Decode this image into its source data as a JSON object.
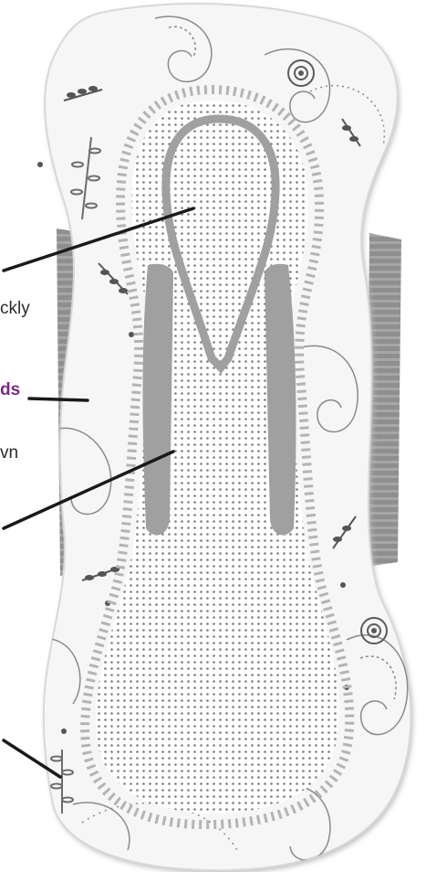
{
  "labels": {
    "absorbent_core_fragment": "ckly",
    "wings_fragment": "ds",
    "channels_fragment": "vn"
  },
  "colors": {
    "accent_purple": "#7a2a86",
    "wing_gray": "#8e8e8e",
    "channel_gray": "#a0a0a0",
    "pattern_gray": "#6c6c6c",
    "leader_line": "#1a1a1a"
  },
  "icons": [
    "paisley-pattern",
    "fern-sprig",
    "flower-medallion",
    "small-flower",
    "dotted-topsheet"
  ]
}
